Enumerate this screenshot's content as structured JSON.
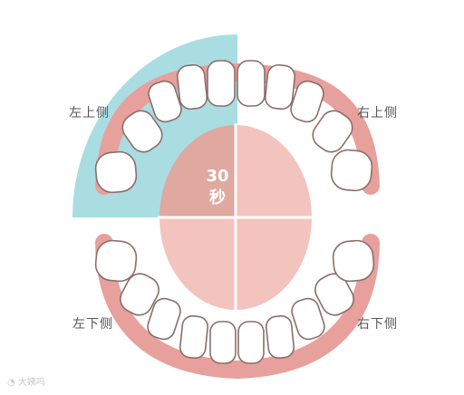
{
  "quadrants": {
    "upper_left": "左上侧",
    "upper_right": "右上侧",
    "lower_left": "左下侧",
    "lower_right": "右下侧"
  },
  "timer": {
    "value": "30",
    "unit": "秒"
  },
  "watermark": "大姨吗",
  "colors": {
    "highlight": "#a9dde2",
    "gum": "#e7a09c",
    "tongue_top_left": "#dfa9a0",
    "tongue": "#f3c3be",
    "tooth_outline": "#8a6e6a"
  }
}
